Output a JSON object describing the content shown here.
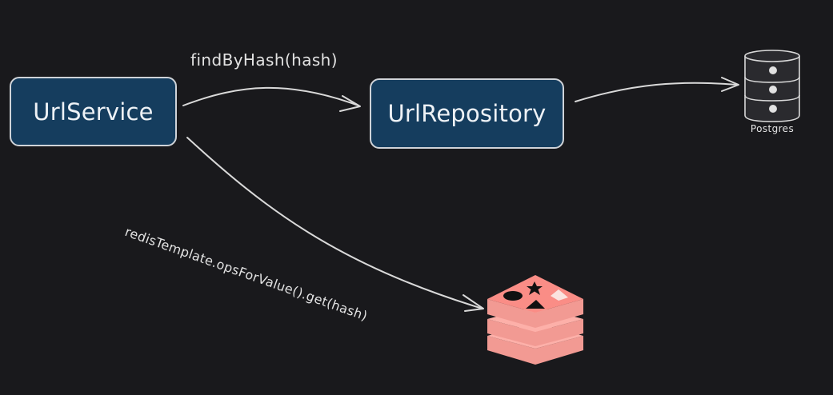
{
  "nodes": {
    "url_service": "UrlService",
    "url_repository": "UrlRepository"
  },
  "edges": {
    "find_by_hash": "findByHash(hash)",
    "redis_get": "redisTemplate.opsForValue().get(hash)"
  },
  "databases": {
    "postgres": "Postgres"
  },
  "icons": {
    "postgres": "database-cylinder-icon",
    "redis": "redis-logo-icon"
  },
  "colors": {
    "background": "#19191c",
    "node_fill": "#153d5e",
    "node_border": "#cfd3d8",
    "arrow": "#d9d9d9",
    "redis_top": "#fa8d86",
    "redis_side": "#f0a29c"
  }
}
